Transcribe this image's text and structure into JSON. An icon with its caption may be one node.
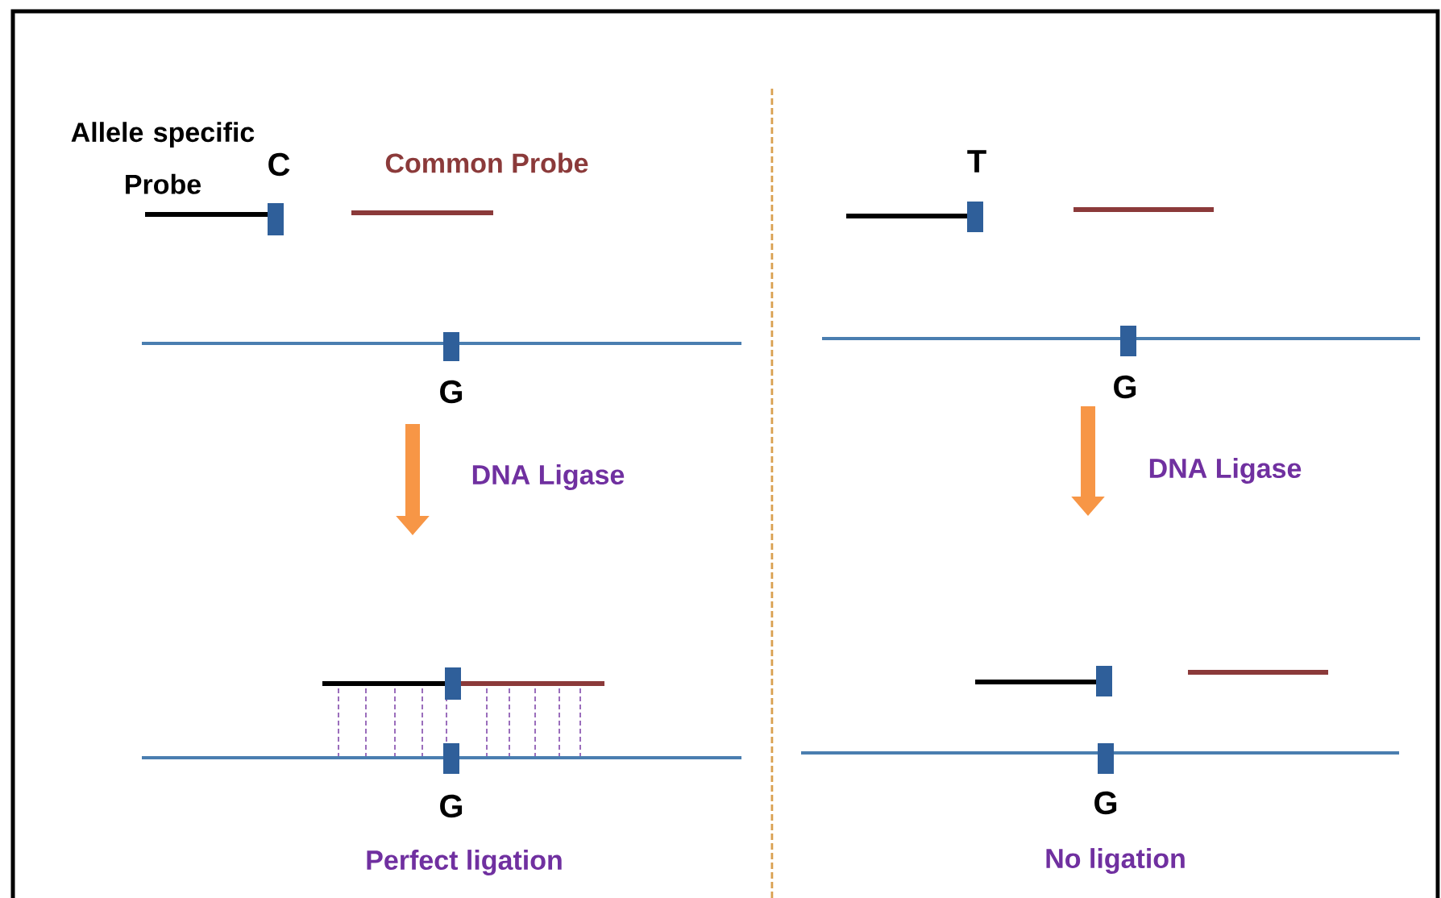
{
  "diagram": {
    "labels": [
      "Allele specific Probe",
      "C",
      "Common Probe",
      "T",
      "G",
      "G",
      "DNA Ligase",
      "DNA Ligase",
      "G",
      "G",
      "Perfect ligation",
      "No ligation"
    ]
  }
}
